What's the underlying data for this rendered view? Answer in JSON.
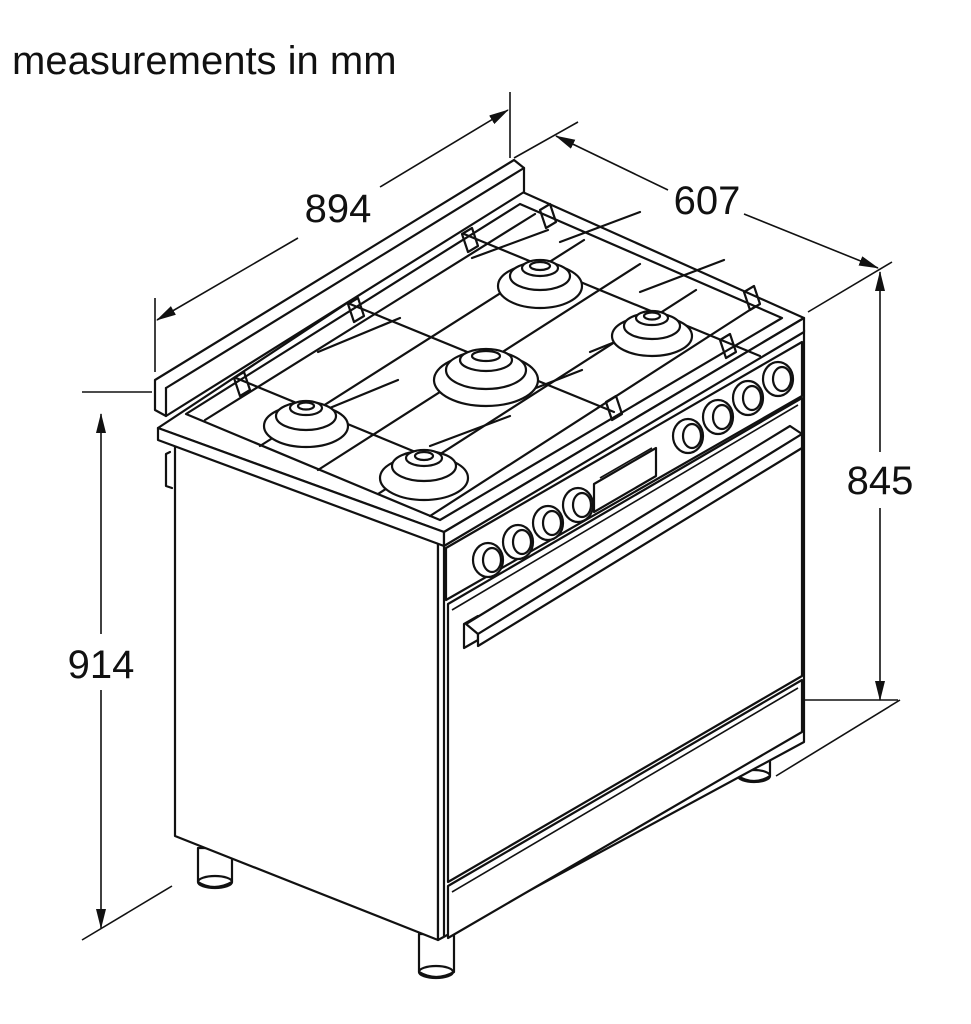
{
  "title": "measurements in mm",
  "dimensions": {
    "width": "894",
    "depth": "607",
    "body_height": "845",
    "total_height": "914"
  }
}
